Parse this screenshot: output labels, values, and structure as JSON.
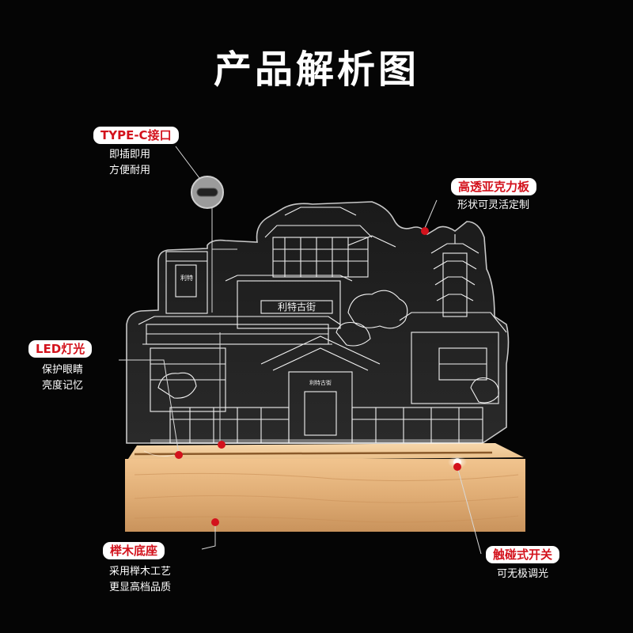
{
  "title": "产品解析图",
  "features": {
    "type_c": {
      "label": "TYPE-C接口",
      "lines": [
        "即插即用",
        "方便耐用"
      ]
    },
    "acrylic": {
      "label": "高透亚克力板",
      "lines": [
        "形状可灵活定制"
      ]
    },
    "led": {
      "label": "LED灯光",
      "lines": [
        "保护眼睛",
        "亮度记忆"
      ]
    },
    "base": {
      "label": "榉木底座",
      "lines": [
        "采用榉木工艺",
        "更显高档品质"
      ]
    },
    "switch": {
      "label": "触碰式开关",
      "lines": [
        "可无极调光"
      ]
    }
  },
  "product": {
    "sign_text": "利特古街",
    "gate_text": "利特古街",
    "tower_text": "利特"
  },
  "colors": {
    "background": "#050505",
    "accent_red": "#d3121c",
    "tag_bg": "#ffffff",
    "wood": "#e2b078"
  }
}
